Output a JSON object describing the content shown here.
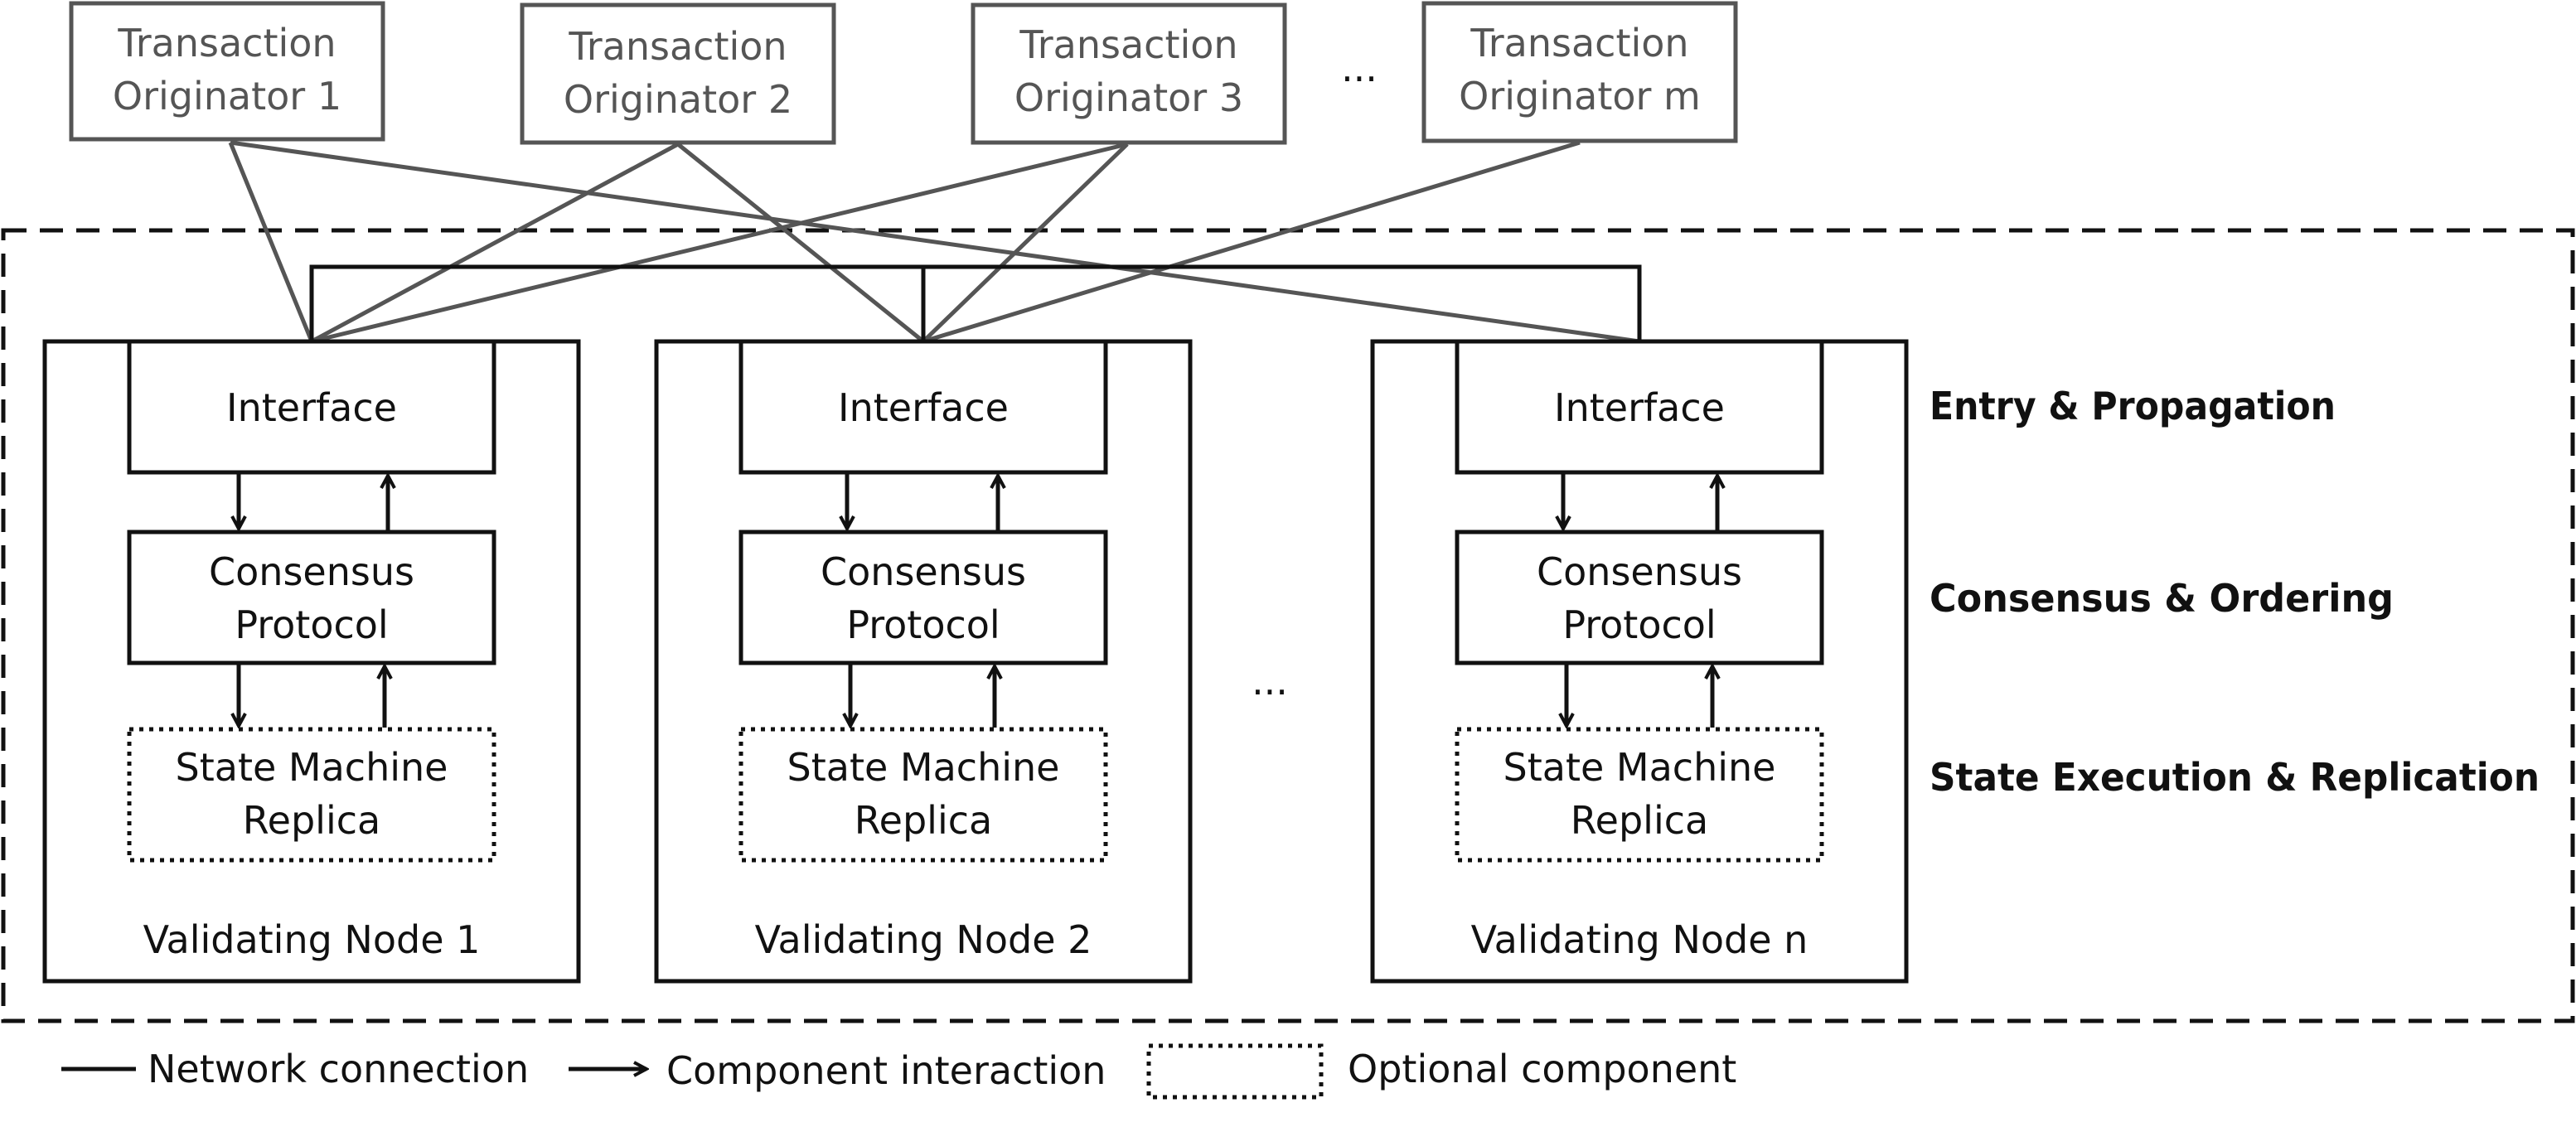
{
  "originators": [
    {
      "line1": "Transaction",
      "line2": "Originator 1"
    },
    {
      "line1": "Transaction",
      "line2": "Originator 2"
    },
    {
      "line1": "Transaction",
      "line2": "Originator 3"
    },
    {
      "line1": "Transaction",
      "line2": "Originator m"
    }
  ],
  "originator_ellipsis": "...",
  "nodes": [
    {
      "interface": "Interface",
      "consensus_line1": "Consensus",
      "consensus_line2": "Protocol",
      "state_line1": "State Machine",
      "state_line2": "Replica",
      "label": "Validating Node 1"
    },
    {
      "interface": "Interface",
      "consensus_line1": "Consensus",
      "consensus_line2": "Protocol",
      "state_line1": "State Machine",
      "state_line2": "Replica",
      "label": "Validating Node 2"
    },
    {
      "interface": "Interface",
      "consensus_line1": "Consensus",
      "consensus_line2": "Protocol",
      "state_line1": "State Machine",
      "state_line2": "Replica",
      "label": "Validating Node n"
    }
  ],
  "node_ellipsis": "...",
  "layers": {
    "entry": "Entry & Propagation",
    "consensus": "Consensus & Ordering",
    "state": "State Execution & Replication"
  },
  "legend": {
    "network": "Network connection",
    "interaction": "Component interaction",
    "optional": "Optional component"
  },
  "colors": {
    "originator_stroke": "#555555",
    "connection_stroke": "#555555",
    "node_stroke": "#111111"
  }
}
